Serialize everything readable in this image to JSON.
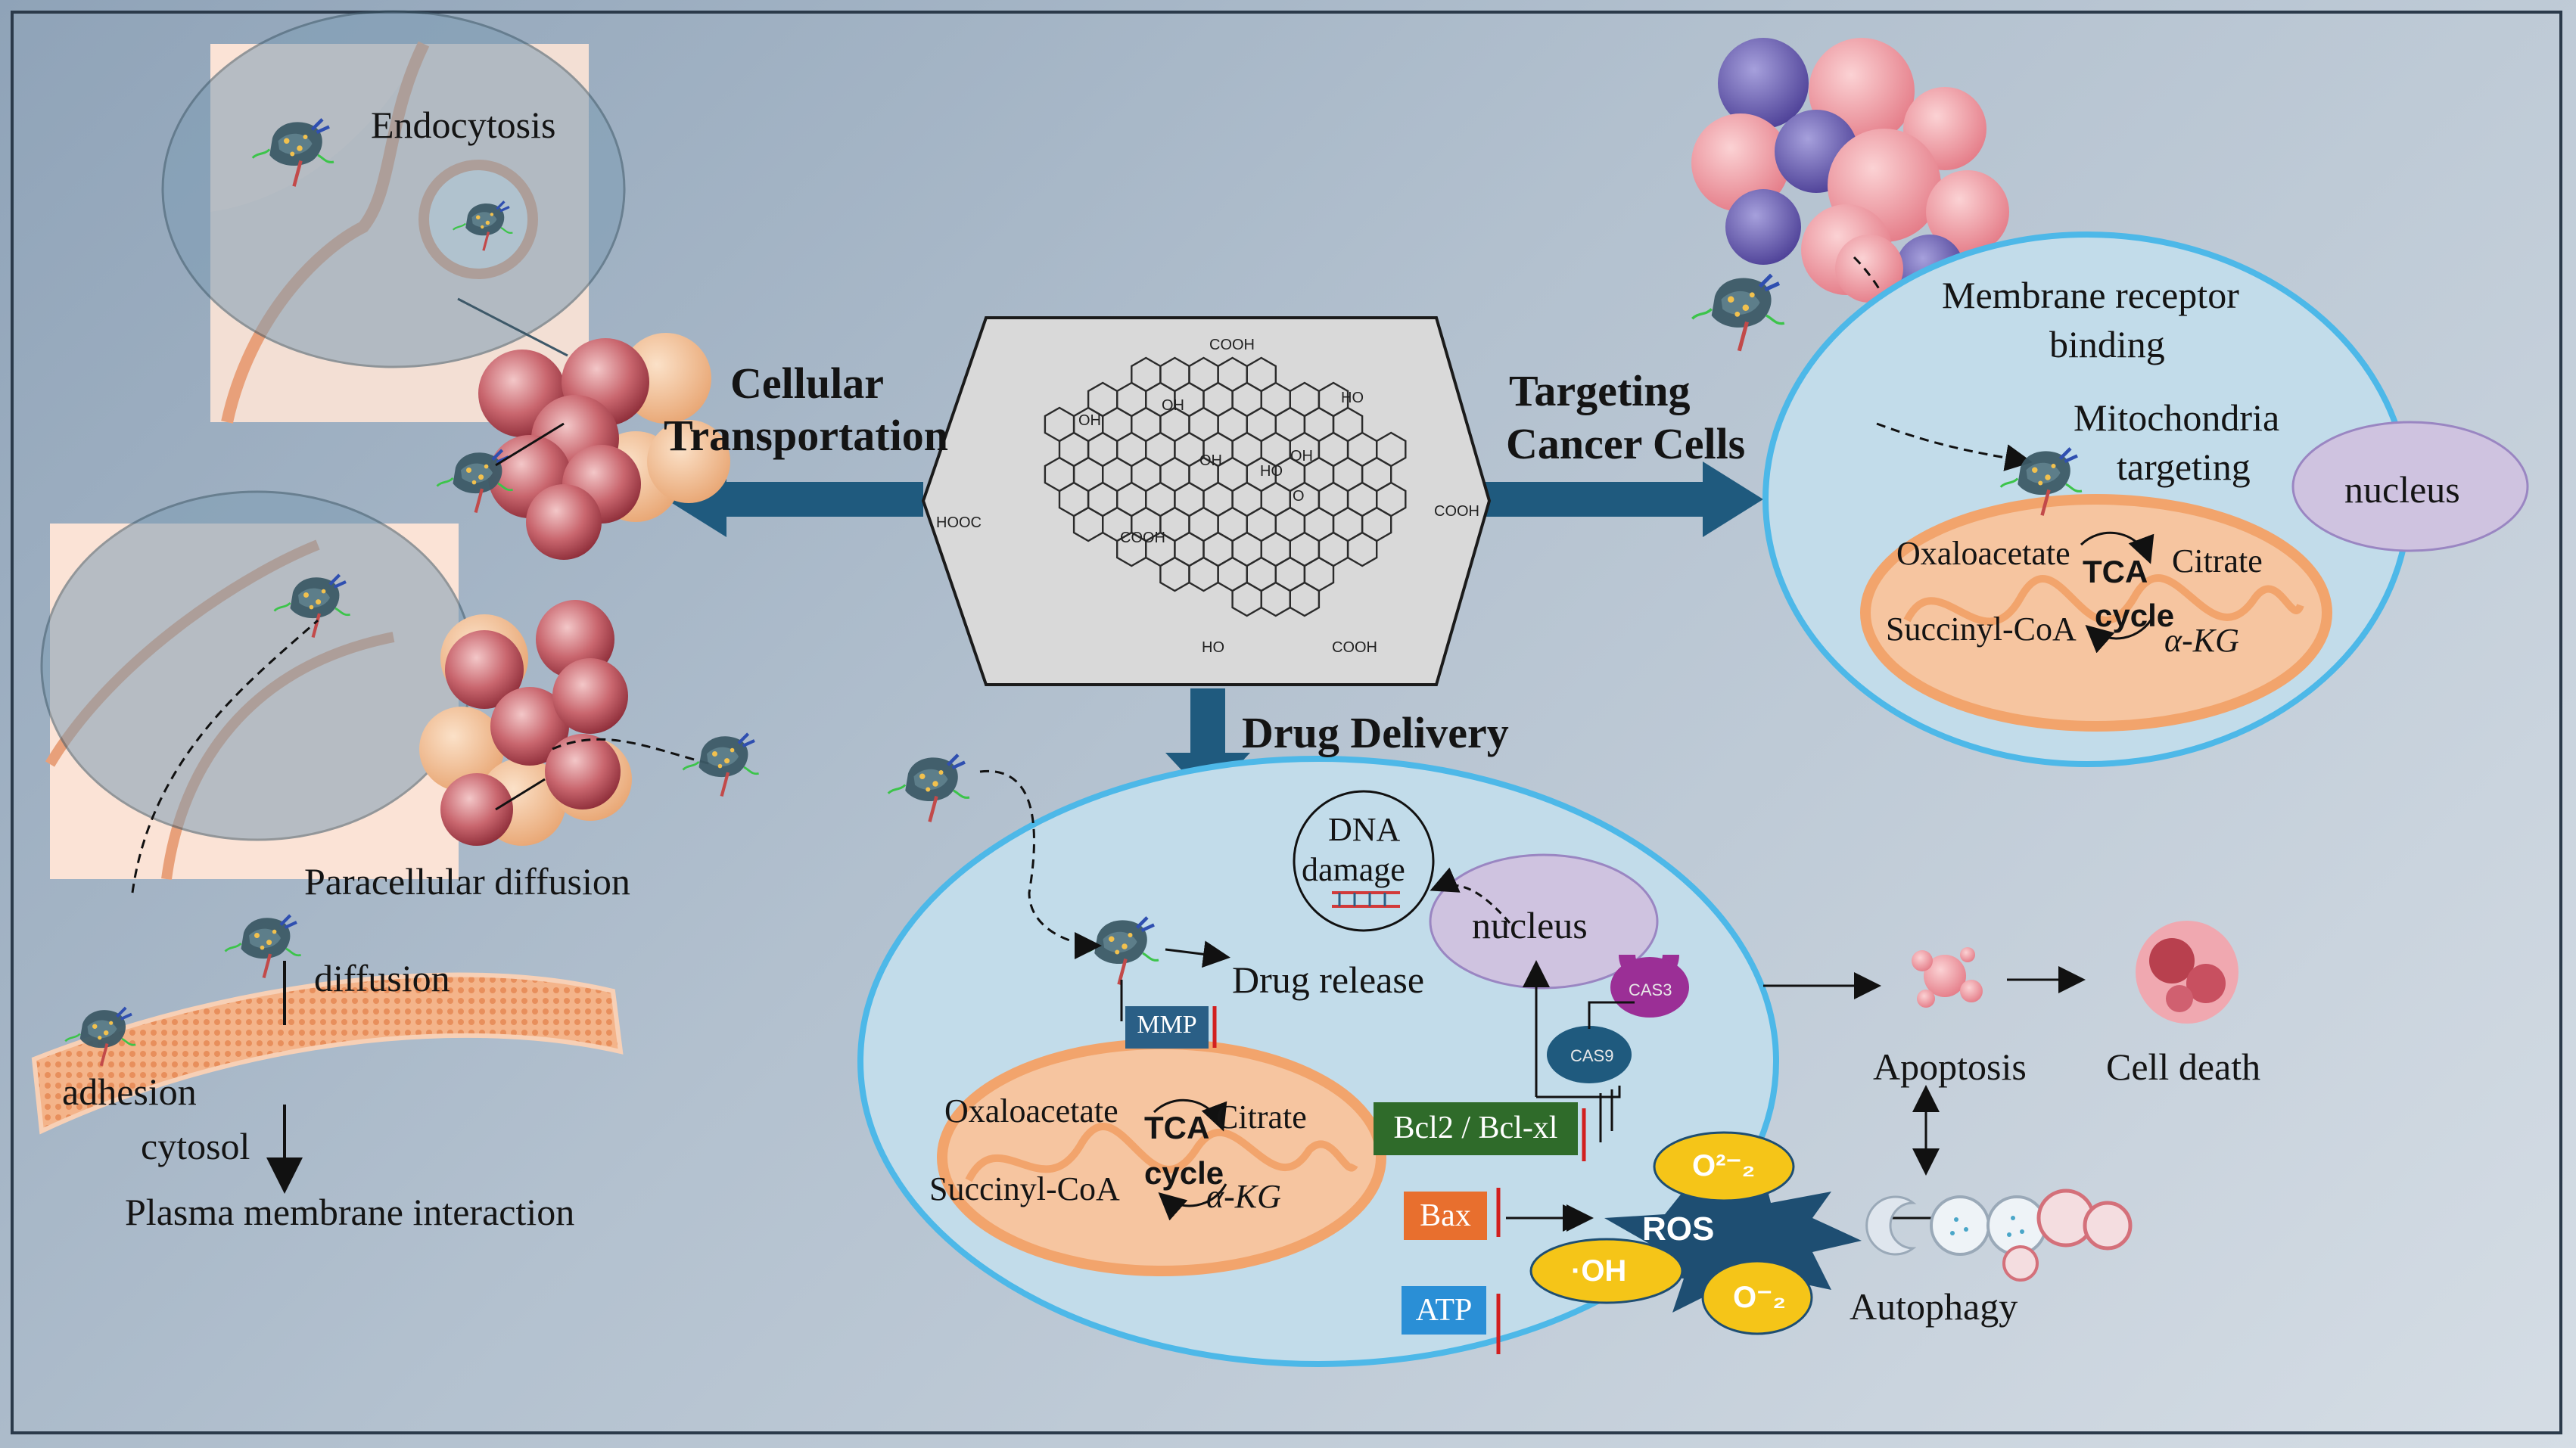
{
  "headings": {
    "cellular_line1": "Cellular",
    "cellular_line2": "Transportation",
    "targeting_line1": "Targeting",
    "targeting_line2": "Cancer Cells",
    "drug_delivery": "Drug Delivery"
  },
  "graphene": {
    "groups": [
      "COOH",
      "OH",
      "OH",
      "HO",
      "OH",
      "OH",
      "HO",
      "O",
      "HOOC",
      "COOH",
      "COOH",
      "HO",
      "COOH"
    ]
  },
  "transport": {
    "endocytosis": "Endocytosis",
    "paracellular": "Paracellular diffusion",
    "diffusion": "diffusion",
    "adhesion": "adhesion",
    "cytosol": "cytosol",
    "plasma": "Plasma membrane interaction"
  },
  "targeting": {
    "membrane_line1": "Membrane receptor",
    "membrane_line2": "binding",
    "mito_line1": "Mitochondria",
    "mito_line2": "targeting",
    "nucleus": "nucleus"
  },
  "tca": {
    "oxaloacetate": "Oxaloacetate",
    "citrate": "Citrate",
    "tca": "TCA",
    "cycle": "cycle",
    "succinyl": "Succinyl-CoA",
    "akg": "α-KG"
  },
  "delivery": {
    "dna_line1": "DNA",
    "dna_line2": "damage",
    "nucleus": "nucleus",
    "drug_release": "Drug release",
    "mmp": "MMP",
    "bcl": "Bcl2 / Bcl-xl",
    "bax": "Bax",
    "atp": "ATP",
    "cas3": "CAS3",
    "cas9": "CAS9",
    "ros": "ROS",
    "o2_2minus": "O²⁻₂",
    "oh": "·OH",
    "o2minus": "O⁻₂",
    "apoptosis": "Apoptosis",
    "cell_death": "Cell death",
    "autophagy": "Autophagy"
  },
  "colors": {
    "arrow": "#1f5a7e",
    "membrane": "#f2a46c",
    "cell_fill": "#c2dcea",
    "cell_border": "#4db8e8",
    "nucleus": "#cfc3e0",
    "mmp_tag": "#2a5f86",
    "bcl_tag": "#2f6b2a",
    "bax_tag": "#e86f2e",
    "atp_tag": "#2a8fd6",
    "ros": "#1e4e72",
    "oxygen": "#f5c518",
    "cas3": "#9b2f96",
    "cas9": "#1f5a7e"
  }
}
